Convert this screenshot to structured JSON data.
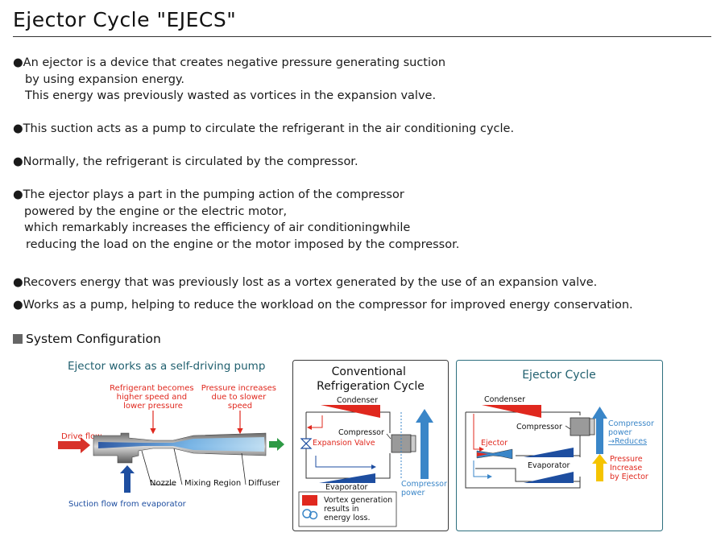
{
  "page": {
    "title": "Ejector Cycle \"EJECS\"",
    "bullet_glyph": "●",
    "paragraphs": [
      {
        "lines": [
          "●An ejector is a device that creates negative pressure generating suction",
          "  by using expansion energy.",
          "  This energy was previously wasted as vortices in the expansion valve."
        ]
      },
      {
        "lines": [
          "●This suction acts as a pump to circulate the refrigerant in the air conditioning cycle."
        ]
      },
      {
        "lines": [
          "●Normally, the refrigerant is circulated by the compressor."
        ]
      },
      {
        "lines": [
          "●The ejector plays a part in the pumping action of the compressor",
          "  powered by the engine or the electric motor,",
          "  which remarkably increases the efficiency of air conditioningwhile",
          "   reducing the load on the engine or the motor imposed by the compressor."
        ]
      },
      {
        "lines": [
          "●Recovers energy that was previously lost as a vortex generated by the use of an expansion valve."
        ]
      },
      {
        "lines": [
          "●Works as a pump, helping to reduce the workload on the compressor for improved energy conservation."
        ]
      }
    ],
    "section_title": "System Configuration",
    "section_glyph": "■"
  },
  "ejector_diagram": {
    "heading": "Ejector works as a self-driving pump",
    "label_speed": [
      "Refrigerant becomes",
      "higher speed and",
      "lower pressure"
    ],
    "label_pressure": [
      "Pressure increases",
      "due to slower",
      "speed"
    ],
    "drive_flow": "Drive flow",
    "nozzle": "Nozzle",
    "mixing_region": "Mixing Region",
    "diffuser": "Diffuser",
    "suction_flow": "Suction flow from evaporator"
  },
  "conventional": {
    "heading": [
      "Conventional",
      "Refrigeration Cycle"
    ],
    "condenser": "Condenser",
    "compressor": "Compressor",
    "expansion_valve": "Expansion Valve",
    "evaporator": "Evaporator",
    "compressor_power": [
      "Compressor",
      "power"
    ],
    "vortex_note": [
      "Vortex generation",
      "results in",
      "energy loss."
    ]
  },
  "ejector_cycle": {
    "heading": "Ejector Cycle",
    "condenser": "Condenser",
    "compressor": "Compressor",
    "ejector": "Ejector",
    "evaporator": "Evaporator",
    "compressor_power": [
      "Compressor",
      "power",
      "→Reduces"
    ],
    "pressure": [
      "Pressure",
      "Increase",
      "by Ejector"
    ]
  },
  "colors": {
    "text": "#1a1a1a",
    "teal_heading": "#1f5f6e",
    "red": "#e0281e",
    "blue": "#1e4ea0",
    "light_blue": "#3a86c8",
    "yellow": "#f5c400",
    "green": "#2e9a45",
    "panel_border_dark": "#3a3a3a",
    "panel_border_teal": "#2d6f7e"
  }
}
